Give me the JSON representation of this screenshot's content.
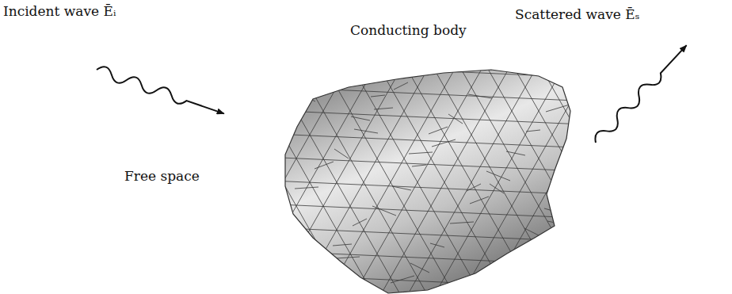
{
  "diagram": {
    "labels": [
      "Incident wave Ēᵢ",
      "Conducting body",
      "Scattered wave Ēₛ",
      "Free space"
    ]
  }
}
